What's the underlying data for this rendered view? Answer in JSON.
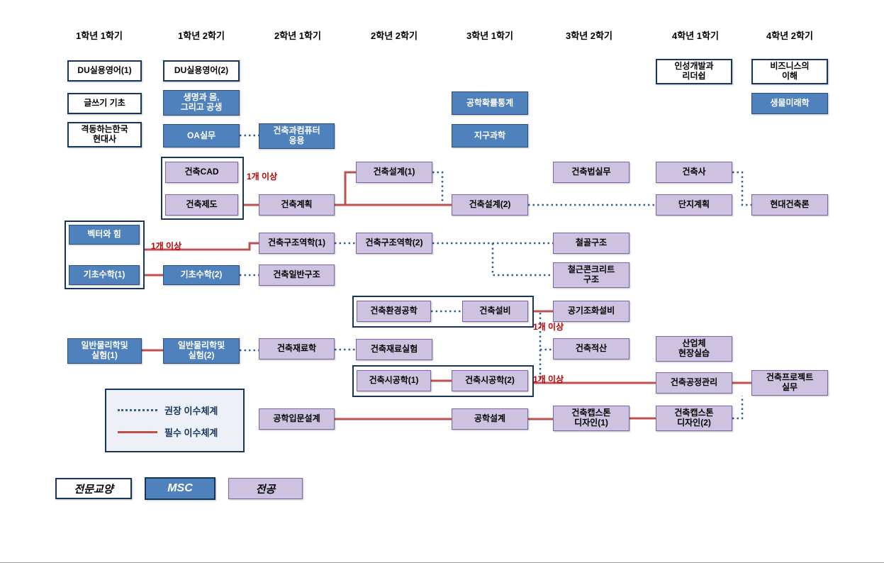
{
  "columns": [
    "1학년 1학기",
    "1학년 2학기",
    "2학년 1학기",
    "2학년 2학기",
    "3학년 1학기",
    "3학년 2학기",
    "4학년 1학기",
    "4학년 2학기"
  ],
  "nodes": [
    {
      "id": "du_eng1",
      "label": "DU실용영어(1)",
      "type": "gen"
    },
    {
      "id": "writing",
      "label": "글쓰기 기초",
      "type": "gen"
    },
    {
      "id": "korea",
      "label": "격동하는한국\n현대사",
      "type": "gen"
    },
    {
      "id": "du_eng2",
      "label": "DU실용영어(2)",
      "type": "gen"
    },
    {
      "id": "life",
      "label": "생명과 몸,\n그리고 공생",
      "type": "msc"
    },
    {
      "id": "oa",
      "label": "OA실무",
      "type": "msc"
    },
    {
      "id": "comp",
      "label": "건축과컴퓨터\n응용",
      "type": "msc"
    },
    {
      "id": "prob",
      "label": "공학확률통계",
      "type": "msc"
    },
    {
      "id": "earth",
      "label": "지구과학",
      "type": "msc"
    },
    {
      "id": "leadership",
      "label": "인성개발과\n리더쉽",
      "type": "gen"
    },
    {
      "id": "business",
      "label": "비즈니스의\n이해",
      "type": "gen"
    },
    {
      "id": "bio",
      "label": "생물미래학",
      "type": "msc"
    },
    {
      "id": "cad",
      "label": "건축CAD",
      "type": "major"
    },
    {
      "id": "drafting",
      "label": "건축제도",
      "type": "major"
    },
    {
      "id": "design1",
      "label": "건축설계(1)",
      "type": "major"
    },
    {
      "id": "law",
      "label": "건축법실무",
      "type": "major"
    },
    {
      "id": "archist",
      "label": "건축사",
      "type": "major"
    },
    {
      "id": "plan",
      "label": "건축계획",
      "type": "major"
    },
    {
      "id": "design2",
      "label": "건축설계(2)",
      "type": "major"
    },
    {
      "id": "site",
      "label": "단지계획",
      "type": "major"
    },
    {
      "id": "modern",
      "label": "현대건축론",
      "type": "major"
    },
    {
      "id": "vector",
      "label": "벡터와 힘",
      "type": "msc"
    },
    {
      "id": "math1",
      "label": "기초수학(1)",
      "type": "msc"
    },
    {
      "id": "math2",
      "label": "기초수학(2)",
      "type": "msc"
    },
    {
      "id": "struct1",
      "label": "건축구조역학(1)",
      "type": "major"
    },
    {
      "id": "struct2",
      "label": "건축구조역학(2)",
      "type": "major"
    },
    {
      "id": "steel",
      "label": "철골구조",
      "type": "major"
    },
    {
      "id": "genstruct",
      "label": "건축일반구조",
      "type": "major"
    },
    {
      "id": "rc",
      "label": "철근콘크리트\n구조",
      "type": "major"
    },
    {
      "id": "env",
      "label": "건축환경공학",
      "type": "major"
    },
    {
      "id": "equip",
      "label": "건축설비",
      "type": "major"
    },
    {
      "id": "hvac",
      "label": "공기조화설비",
      "type": "major"
    },
    {
      "id": "phys1",
      "label": "일반물리학및\n실험(1)",
      "type": "msc"
    },
    {
      "id": "phys2",
      "label": "일반물리학및\n실험(2)",
      "type": "msc"
    },
    {
      "id": "materials",
      "label": "건축재료학",
      "type": "major"
    },
    {
      "id": "matexp",
      "label": "건축재료실험",
      "type": "major"
    },
    {
      "id": "estimate",
      "label": "건축적산",
      "type": "major"
    },
    {
      "id": "intern",
      "label": "산업체\n현장실습",
      "type": "major"
    },
    {
      "id": "const1",
      "label": "건축시공학(1)",
      "type": "major"
    },
    {
      "id": "const2",
      "label": "건축시공학(2)",
      "type": "major"
    },
    {
      "id": "pm",
      "label": "건축공정관리",
      "type": "major"
    },
    {
      "id": "project",
      "label": "건축프로젝트\n실무",
      "type": "major"
    },
    {
      "id": "introdesign",
      "label": "공학입문설계",
      "type": "major"
    },
    {
      "id": "engdesign",
      "label": "공학설계",
      "type": "major"
    },
    {
      "id": "capstone1",
      "label": "건축캡스톤\n디자인(1)",
      "type": "major"
    },
    {
      "id": "capstone2",
      "label": "건축캡스톤\n디자인(2)",
      "type": "major"
    }
  ],
  "annotations": [
    {
      "text": "1개 이상"
    },
    {
      "text": "1개 이상"
    },
    {
      "text": "1개 이상"
    },
    {
      "text": "1개 이상"
    }
  ],
  "legend": {
    "recommended_label": "권장 이수체계",
    "required_label": "필수 이수체계"
  },
  "categories": [
    {
      "id": "gen",
      "label": "전문교양"
    },
    {
      "id": "msc",
      "label": "MSC"
    },
    {
      "id": "major",
      "label": "전공"
    }
  ],
  "colors": {
    "msc_fill": "#4f81bd",
    "major_fill": "#cdc3e0",
    "major_border": "#8064a2",
    "gen_border": "#17365d",
    "group_border": "#17365d",
    "required_line": "#c0504d",
    "recommended_line": "#376092",
    "annotation_text": "#c00000"
  }
}
